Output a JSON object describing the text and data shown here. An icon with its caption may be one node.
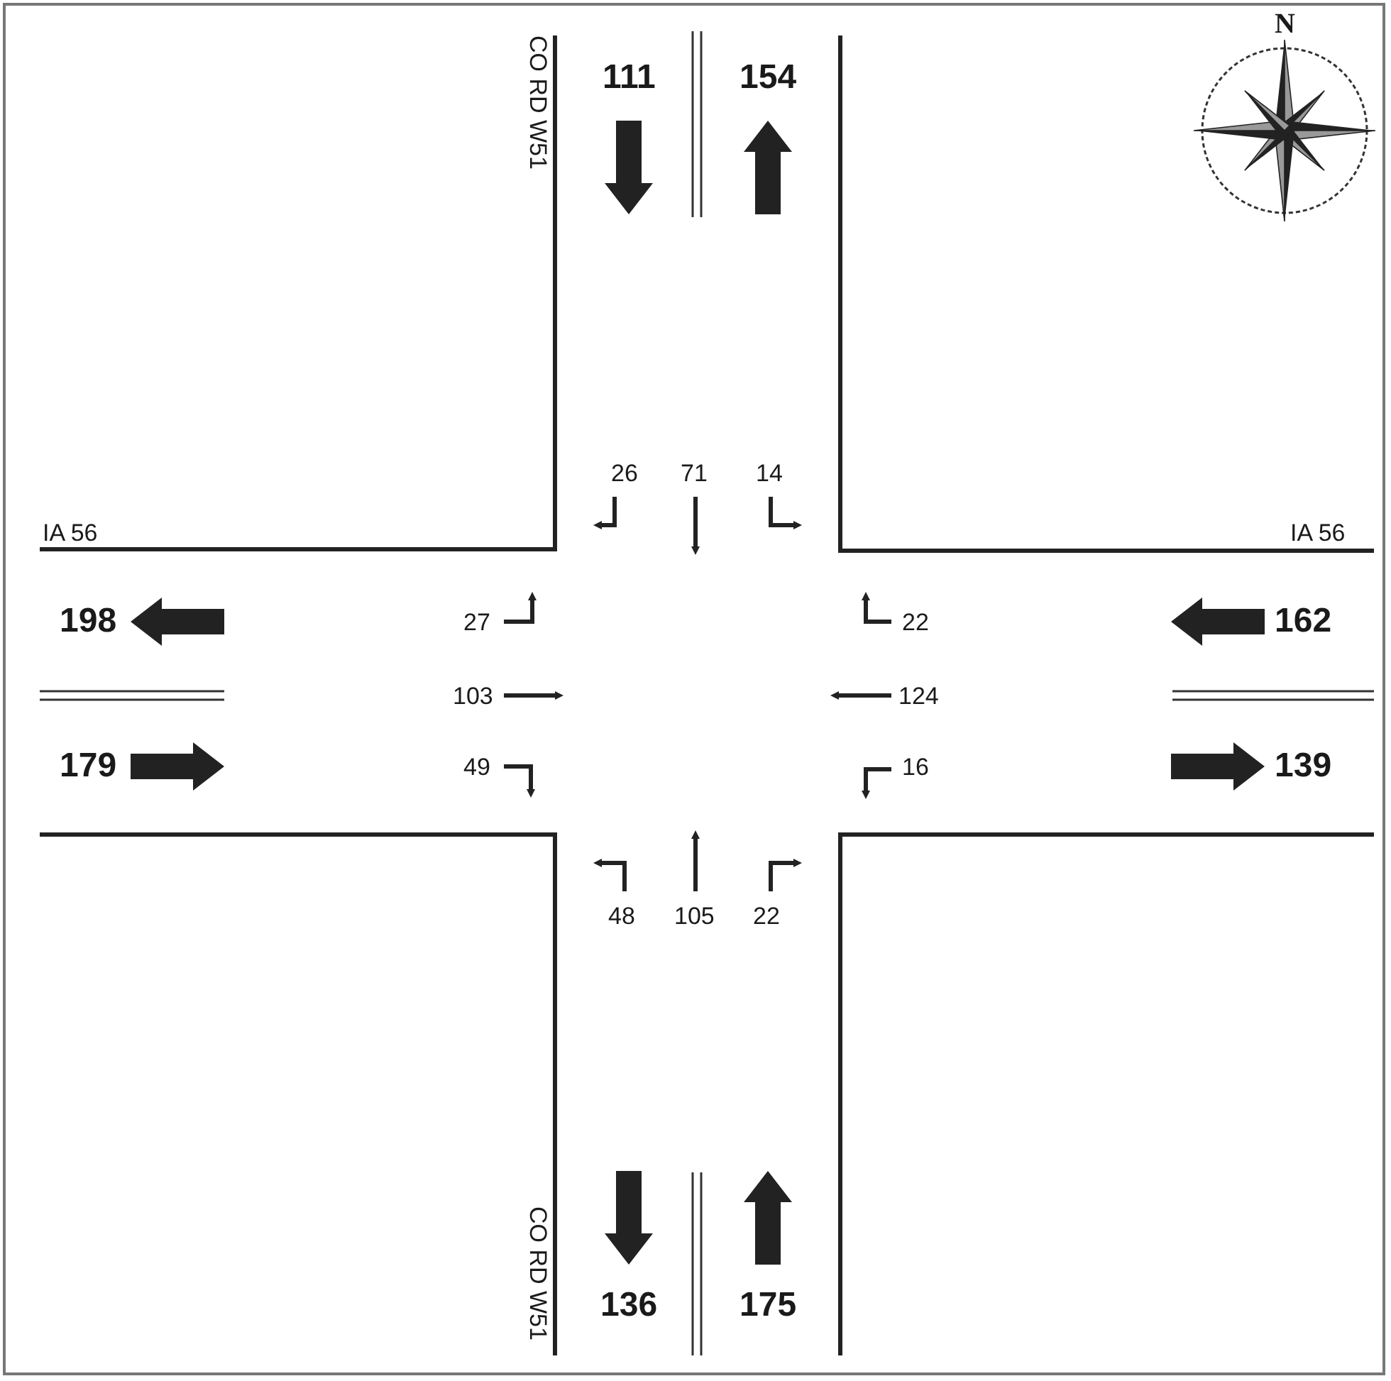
{
  "diagram": {
    "labels": [
      "CO RD W51",
      "111",
      "154",
      "N",
      "26",
      "71",
      "14",
      "IA 56",
      "IA 56",
      "198",
      "27",
      "22",
      "162",
      "103",
      "124",
      "179",
      "49",
      "16",
      "139",
      "48",
      "105",
      "22",
      "CO RD W51",
      "136",
      "175"
    ]
  }
}
